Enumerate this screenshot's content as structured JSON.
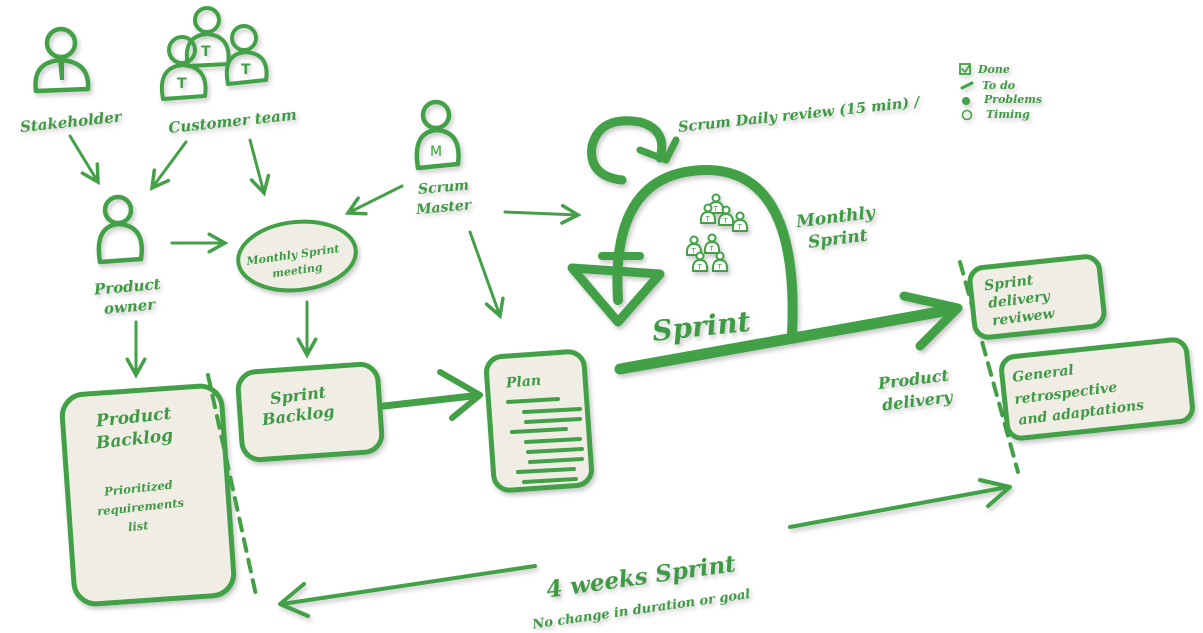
{
  "title": "Scrum process diagram",
  "colors": {
    "accent": "#43a047",
    "box_fill": "#efede4",
    "text": "#3f9a45"
  },
  "actors": {
    "stakeholder": {
      "label": "Stakeholder",
      "icon": "person-tie-icon"
    },
    "customer_team": {
      "label": "Customer team",
      "icon": "team-icon",
      "badge": "T"
    },
    "product_owner": {
      "label_line1": "Product",
      "label_line2": "owner",
      "icon": "person-icon"
    },
    "scrum_master": {
      "label_line1": "Scrum",
      "label_line2": "Master",
      "icon": "person-icon",
      "badge": "M"
    }
  },
  "meeting": {
    "line1": "Monthly Sprint",
    "line2": "meeting"
  },
  "product_backlog": {
    "title_line1": "Product",
    "title_line2": "Backlog",
    "desc_line1": "Prioritized",
    "desc_line2": "requirements",
    "desc_line3": "list"
  },
  "sprint_backlog": {
    "line1": "Sprint",
    "line2": "Backlog"
  },
  "plan": {
    "title": "Plan",
    "line_count": 9
  },
  "sprint_cycle": {
    "label": "Sprint",
    "monthly_line1": "Monthly",
    "monthly_line2": "Sprint",
    "daily_review": "Scrum Daily review (15 min) /",
    "checklist": [
      {
        "icon": "checkbox-icon",
        "label": "Done"
      },
      {
        "icon": "pencil-icon",
        "label": "To do"
      },
      {
        "icon": "bomb-icon",
        "label": "Problems"
      },
      {
        "icon": "clock-icon",
        "label": "Timing"
      }
    ],
    "team_badge": "T"
  },
  "delivery": {
    "line1": "Product",
    "line2": "delivery"
  },
  "review_box": {
    "line1": "Sprint",
    "line2": "delivery",
    "line3": "reviwew"
  },
  "retro_box": {
    "line1": "General",
    "line2": "retrospective",
    "line3": "and adaptations"
  },
  "duration": {
    "title": "4 weeks Sprint",
    "subtitle": "No change in duration or goal"
  }
}
